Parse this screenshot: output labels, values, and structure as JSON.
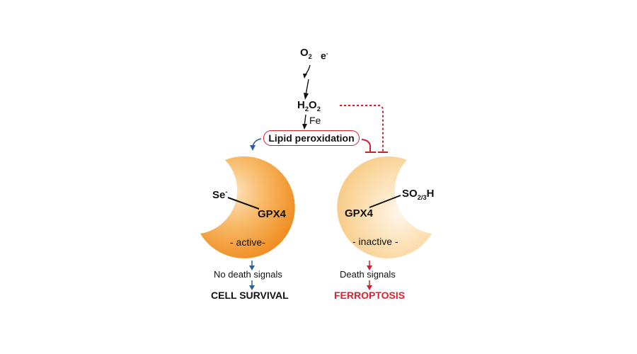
{
  "colors": {
    "active_dark": "#ef8a1a",
    "active_light": "#fbd8a6",
    "inactive_dark": "#f7c77a",
    "inactive_light": "#fdf0dc",
    "inhibit_red": "#d0202a",
    "survival_blue": "#2a5fb0",
    "ferroptosis_red": "#e0202e"
  },
  "top": {
    "o2": "O",
    "o2_sub": "2",
    "electron": "e",
    "electron_sup": "-",
    "h2o2_h": "H",
    "h2o2_sub1": "2",
    "h2o2_o": "O",
    "h2o2_sub2": "2",
    "fe": "Fe",
    "lipid_peroxidation": "Lipid peroxidation"
  },
  "active": {
    "se": "Se",
    "se_sup": "-",
    "gpx4": "GPX4",
    "state": "- active-",
    "signal": "No death signals",
    "outcome": "CELL SURVIVAL"
  },
  "inactive": {
    "so": "SO",
    "so_sub": "2/3",
    "h": "H",
    "gpx4": "GPX4",
    "state": "- inactive -",
    "signal": "Death signals",
    "outcome": "FERROPTOSIS"
  }
}
